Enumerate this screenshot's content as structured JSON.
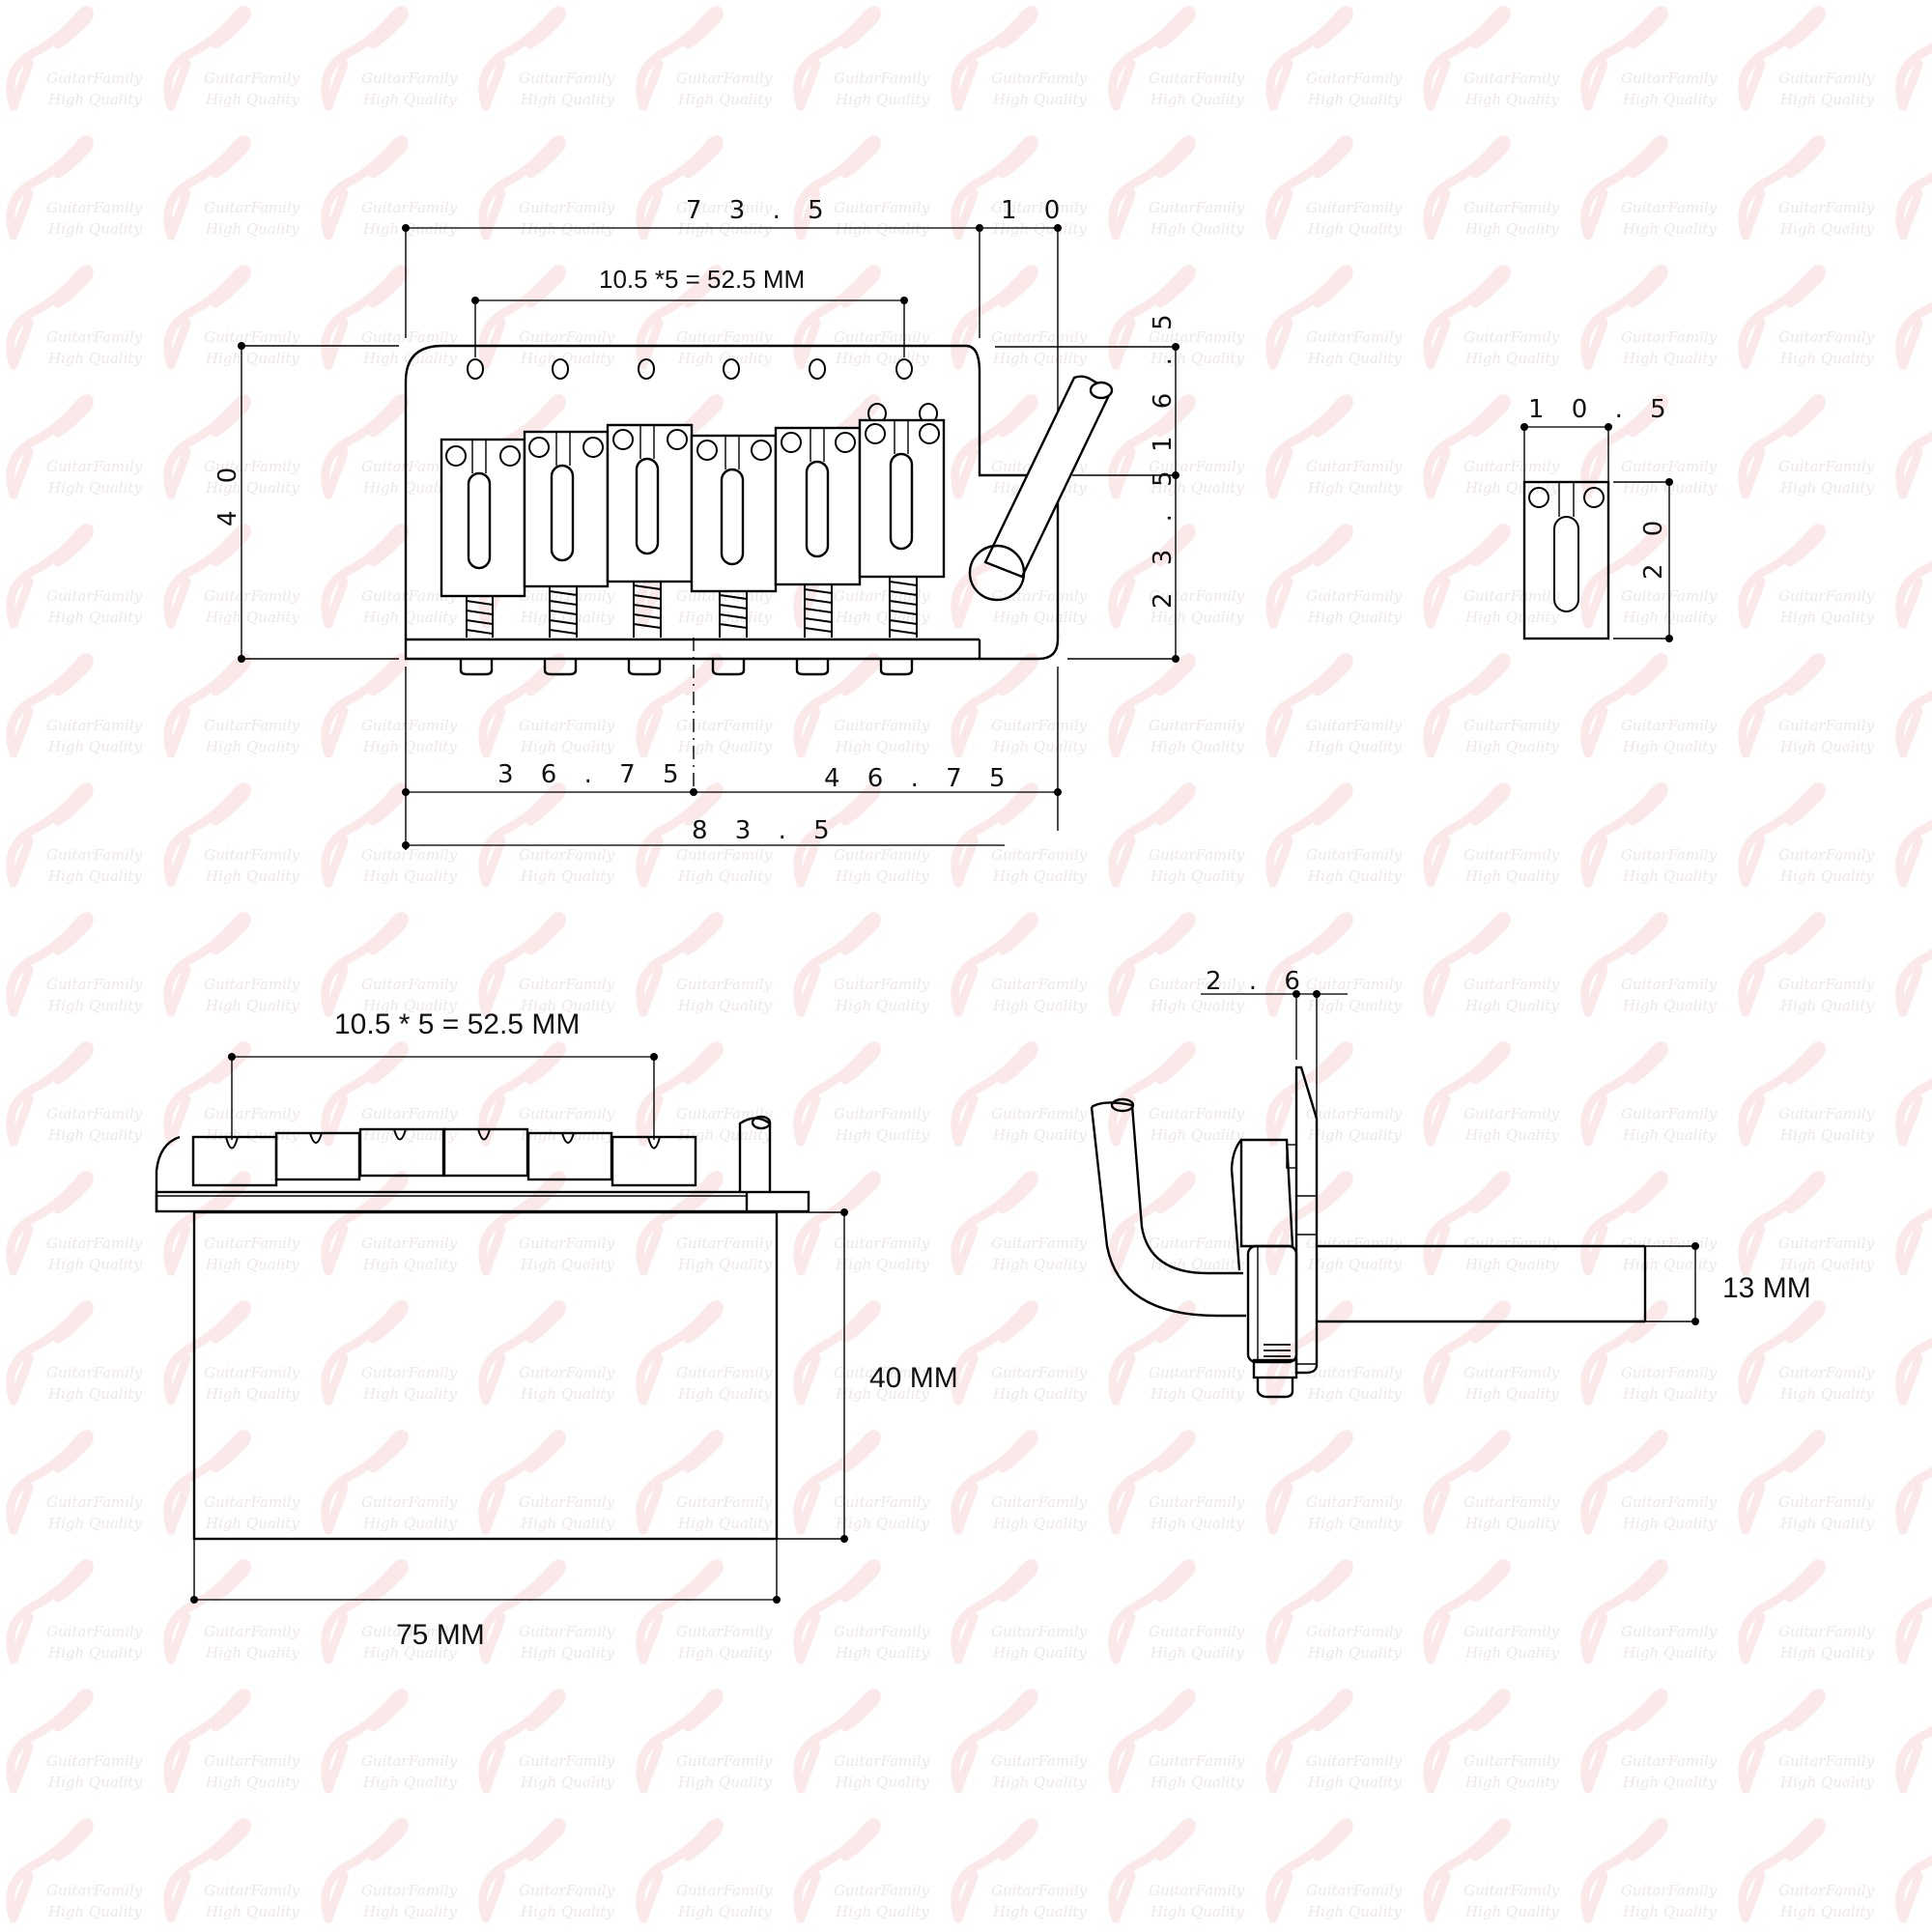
{
  "watermark": {
    "line1": "GuitarFamily",
    "line2": "High Quality",
    "color": "#fbe9ea"
  },
  "top_view": {
    "overall_width_label": "7 3 . 5",
    "arm_offset_label": "1 0",
    "string_spacing_label": "10.5 *5 = 52.5 MM",
    "height_label": "4 0",
    "upper_height_label": "1 6 . 5",
    "lower_height_label": "2 3 . 5",
    "left_to_center_label": "3 6 . 7 5",
    "center_to_right_label": "4 6 . 7 5",
    "total_length_label": "8 3 . 5",
    "saddle_count": 6
  },
  "saddle_detail": {
    "width_label": "1 0 . 5",
    "height_label": "2 0"
  },
  "side_view": {
    "string_spacing_label": "10.5 * 5 = 52.5 MM",
    "block_height_label": "40 MM",
    "block_width_label": "75 MM"
  },
  "end_view": {
    "plate_thickness_label": "2 . 6",
    "arm_diameter_label": "13 MM"
  },
  "colors": {
    "line": "#000000",
    "watermark": "#fbe9ea",
    "background": "#ffffff"
  }
}
